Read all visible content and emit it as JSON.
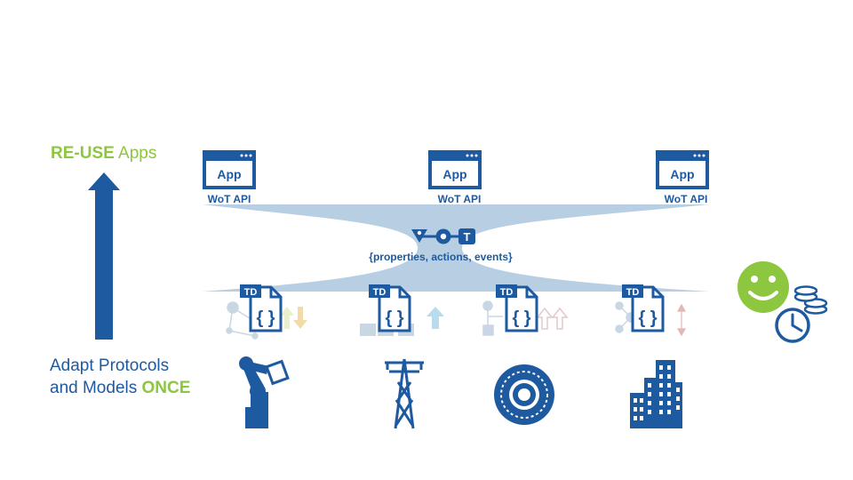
{
  "left_labels": {
    "reuse_keyword": "RE-USE",
    "reuse_rest": "Apps",
    "adapt_line1": "Adapt Protocols",
    "adapt_line2_prefix": "and Models",
    "adapt_line2_keyword": "ONCE"
  },
  "apps": [
    {
      "label": "App",
      "api": "WoT API"
    },
    {
      "label": "App",
      "api": "WoT API"
    },
    {
      "label": "App",
      "api": "WoT API"
    }
  ],
  "hub": {
    "caption": "{properties, actions, events}",
    "logo_letter": "T"
  },
  "thing_descriptions": [
    {
      "badge": "TD",
      "glyph": "{ }"
    },
    {
      "badge": "TD",
      "glyph": "{ }"
    },
    {
      "badge": "TD",
      "glyph": "{ }"
    },
    {
      "badge": "TD",
      "glyph": "{ }"
    }
  ],
  "devices": [
    "robot-arm-icon",
    "power-pylon-icon",
    "turbine-icon",
    "building-icon"
  ],
  "colors": {
    "primary_blue": "#1e5aa0",
    "accent_green": "#8dc63f",
    "band_blue": "#b8cfe3",
    "faded_icon": "#c9d6e3"
  }
}
